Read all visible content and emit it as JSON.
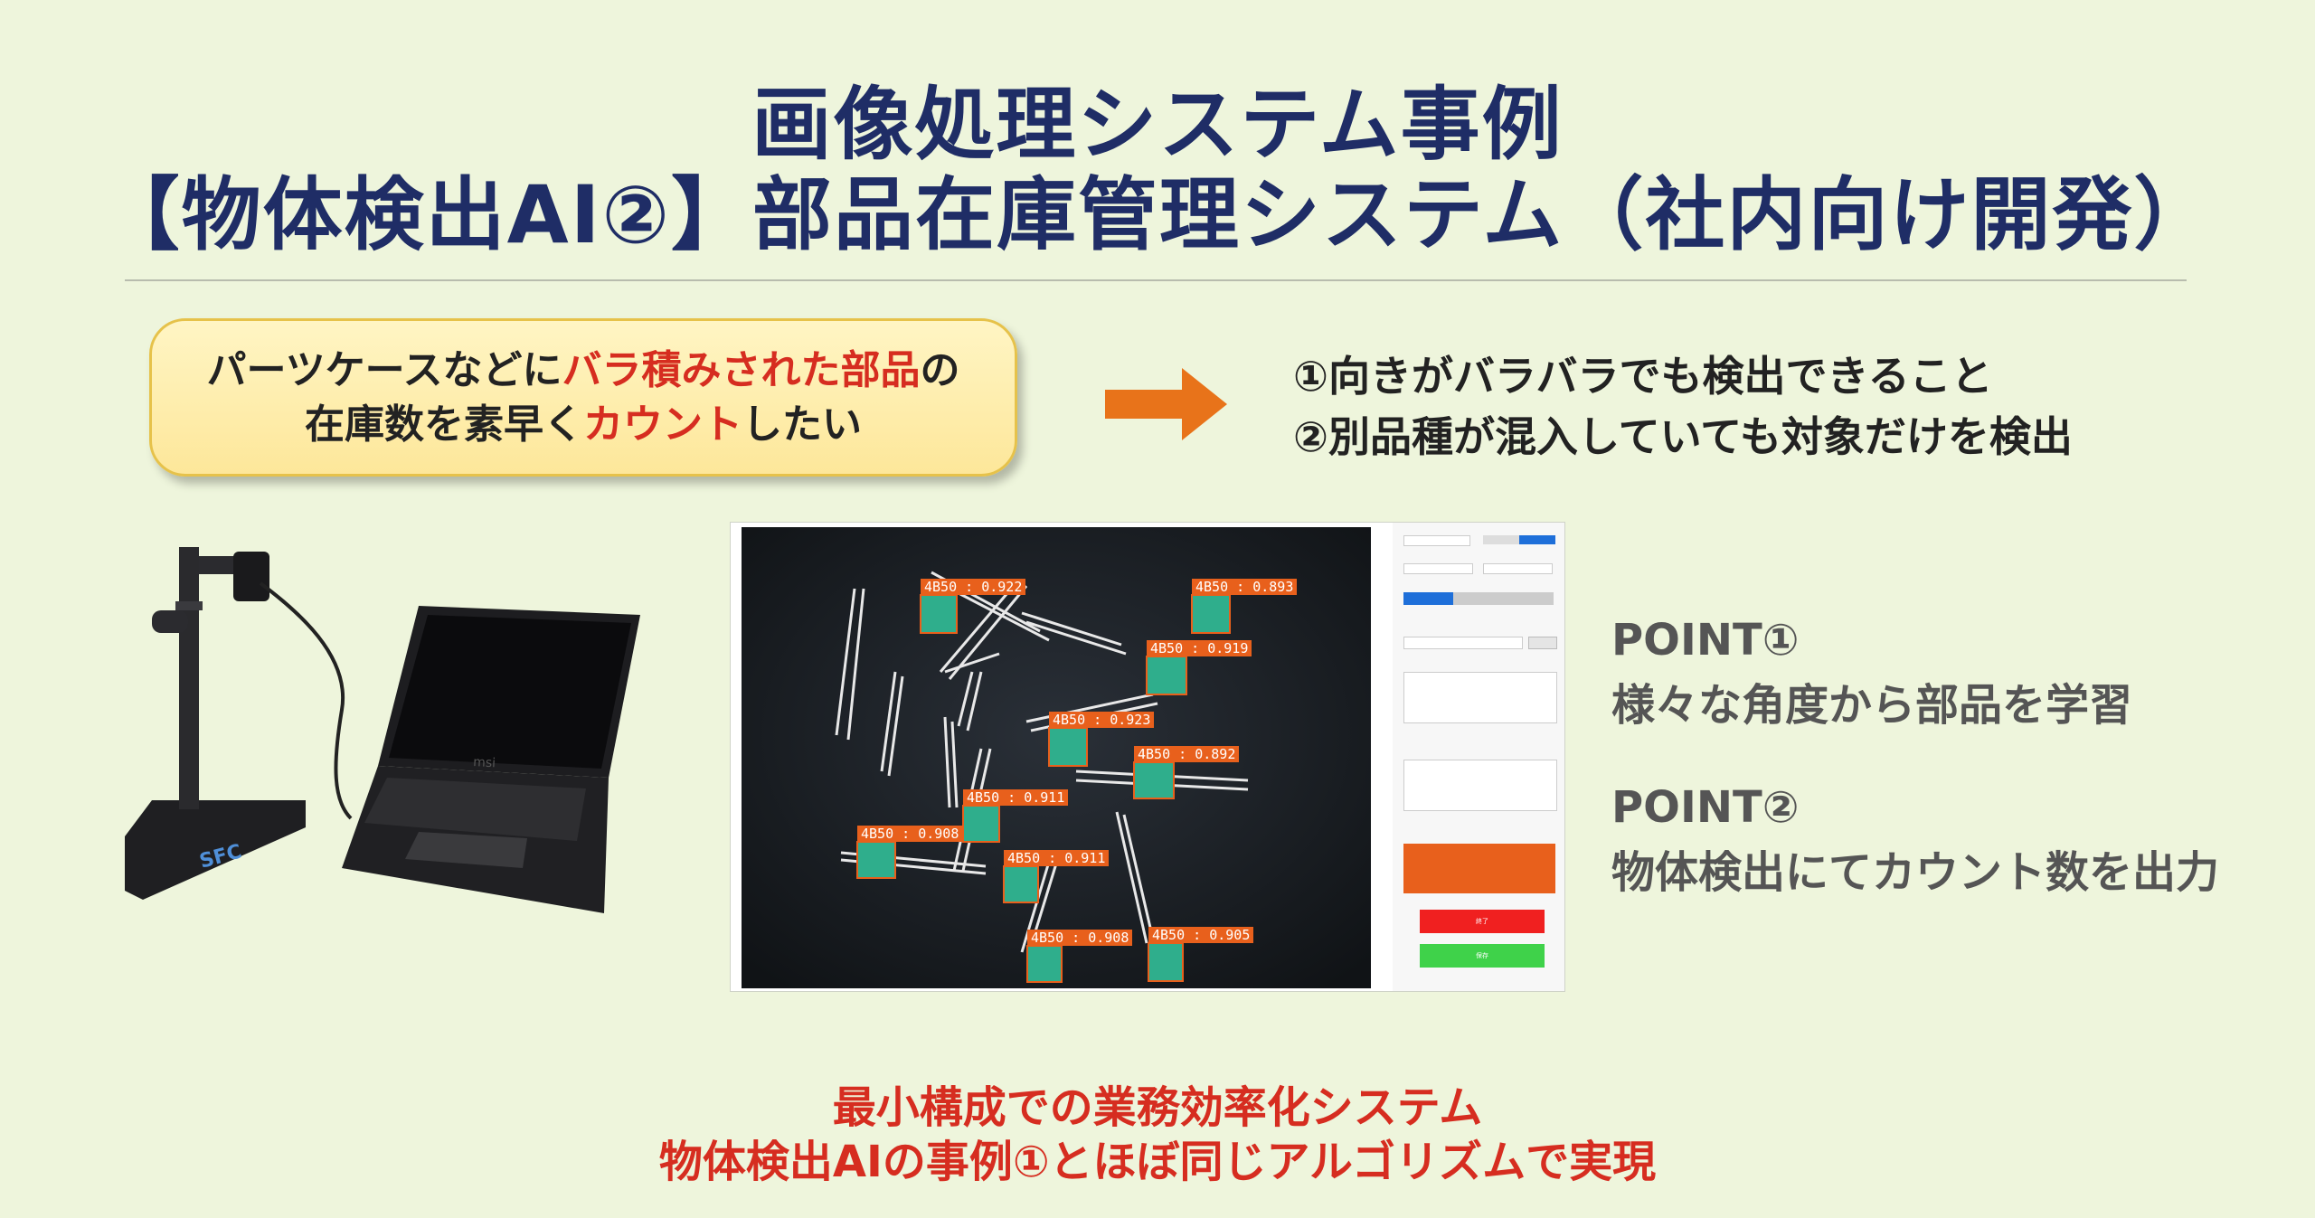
{
  "title": {
    "line1": "画像処理システム事例",
    "line2": "【物体検出AI②】部品在庫管理システム（社内向け開発）"
  },
  "callout": {
    "line1_a": "パーツケースなどに",
    "line1_b": "バラ積みされた部品",
    "line1_c": "の",
    "line2_a": "在庫数を素早く",
    "line2_b": "カウント",
    "line2_c": "したい"
  },
  "requirements": [
    "①向きがバラバラでも検出できること",
    "②別品種が混入していても対象だけを検出"
  ],
  "detections": [
    {
      "label": "4B50 : 0.922"
    },
    {
      "label": "4B50 : 0.893"
    },
    {
      "label": "4B50 : 0.919"
    },
    {
      "label": "4B50 : 0.923"
    },
    {
      "label": "4B50 : 0.892"
    },
    {
      "label": "4B50 : 0.911"
    },
    {
      "label": "4B50 : 0.908"
    },
    {
      "label": "4B50 : 0.911"
    },
    {
      "label": "4B50 : 0.908"
    },
    {
      "label": "4B50 : 0.905"
    }
  ],
  "app_panel": {
    "end_button": "終了",
    "save_button": "保存",
    "photo_logo": "SFC",
    "laptop_logo": "msi"
  },
  "points": [
    {
      "title": "POINT①",
      "desc": "様々な角度から部品を学習"
    },
    {
      "title": "POINT②",
      "desc": "物体検出にてカウント数を出力"
    }
  ],
  "footer": {
    "line1": "最小構成での業務効率化システム",
    "line2": "物体検出AIの事例①とほぼ同じアルゴリズムで実現"
  },
  "colors": {
    "title": "#1f2d66",
    "accent_red": "#d62d20",
    "arrow": "#e8731a",
    "detection_box": "#e8601c"
  }
}
